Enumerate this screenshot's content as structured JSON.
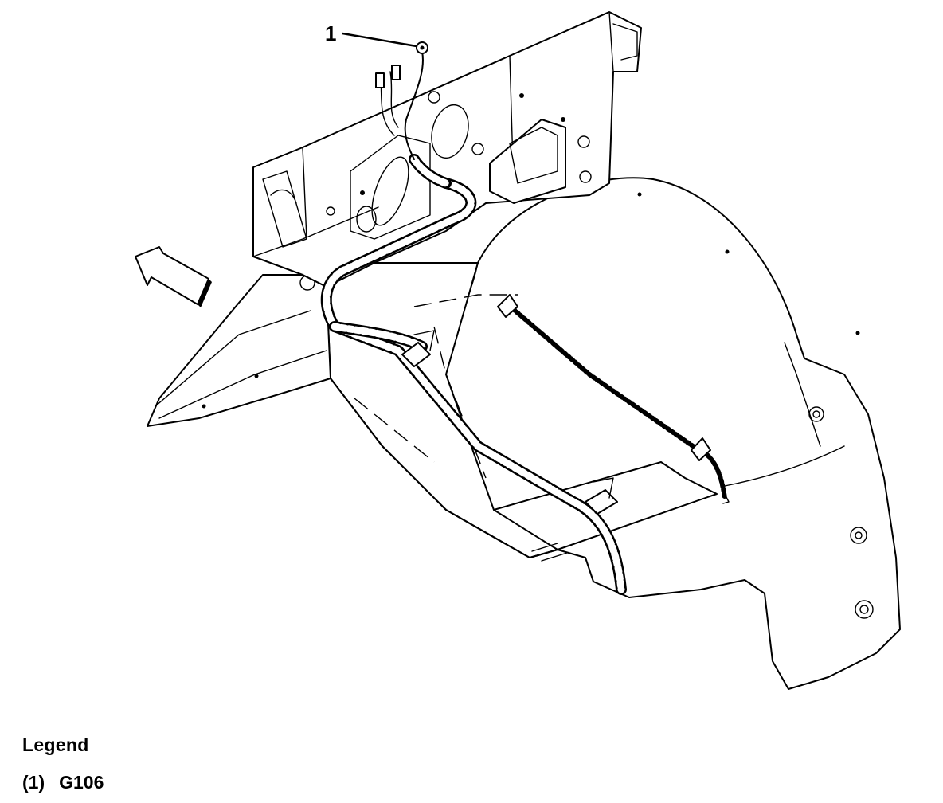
{
  "callouts": [
    {
      "number": "1"
    }
  ],
  "legend": {
    "title": "Legend",
    "items": [
      {
        "key": "(1)",
        "label": "G106"
      }
    ]
  }
}
